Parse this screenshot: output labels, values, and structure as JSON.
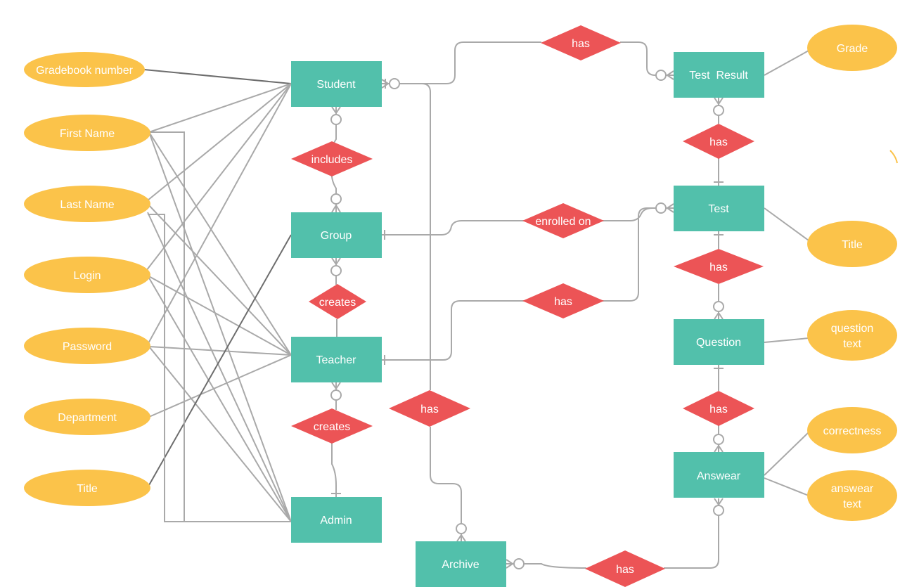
{
  "entities": {
    "student": "Student",
    "group": "Group",
    "teacher": "Teacher",
    "admin": "Admin",
    "test_result": "Test  Result",
    "test": "Test",
    "question": "Question",
    "answear": "Answear",
    "archive": "Archive"
  },
  "attributes": {
    "gradebook_number": "Gradebook number",
    "first_name": "First Name",
    "last_name": "Last Name",
    "login": "Login",
    "password": "Password",
    "department": "Department",
    "title_left": "Title",
    "grade": "Grade",
    "title_right": "Title",
    "question_text_1": "question",
    "question_text_2": "text",
    "correctness": "correctness",
    "answear_text_1": "answear",
    "answear_text_2": "text"
  },
  "relationships": {
    "includes": "includes",
    "creates_group": "creates",
    "creates_admin": "creates",
    "enrolled_on": "enrolled on",
    "has_student_result": "has",
    "has_result_test": "has",
    "has_teacher_test": "has",
    "has_test_question": "has",
    "has_question_answear": "has",
    "has_student_archive": "has",
    "has_archive_answear": "has"
  },
  "colors": {
    "entity": "#52c0ab",
    "attribute": "#fbc34a",
    "relationship": "#ec5456",
    "connector": "#a9a9a9"
  }
}
